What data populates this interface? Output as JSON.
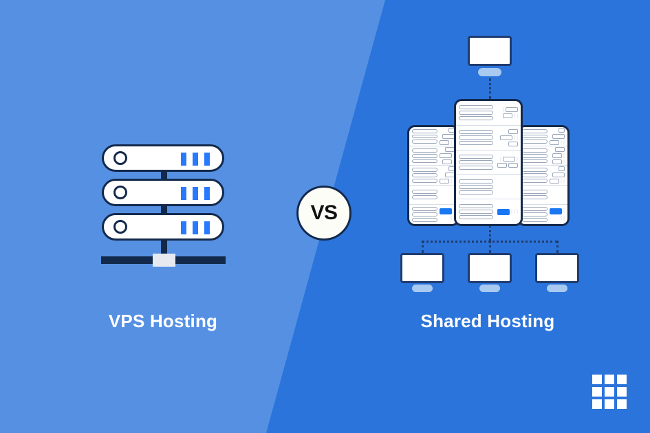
{
  "meta": {
    "comparison_separator": "VS"
  },
  "theme": {
    "bg_left": "#5590E3",
    "bg_right": "#2B74DB",
    "outline_navy": "#13294B",
    "accent_blue": "#2979FF",
    "active_blue": "#1877F2",
    "stand_blue": "#A8C9F0",
    "label_white": "#FFFFFF"
  },
  "left_panel": {
    "label": "VPS Hosting",
    "illustration_name": "vps-server-stack",
    "server_units": [
      {
        "power_light": "circle-indicator",
        "leds": 3
      },
      {
        "power_light": "circle-indicator",
        "leds": 3
      },
      {
        "power_light": "circle-indicator",
        "leds": 3
      }
    ],
    "base": {
      "bar": "network-base-bar",
      "block": "network-base-block"
    }
  },
  "center": {
    "badge_label": "VS"
  },
  "right_panel": {
    "label": "Shared Hosting",
    "illustration_name": "shared-hosting-rack-cluster",
    "top_monitor": {
      "name": "admin-monitor"
    },
    "client_monitors": [
      {
        "name": "client-monitor-1"
      },
      {
        "name": "client-monitor-2"
      },
      {
        "name": "client-monitor-3"
      }
    ],
    "racks": [
      {
        "name": "rack-left",
        "units": [
          {
            "bars": 3,
            "chips": [
              "sm",
              "lg",
              "md",
              "ghost",
              "ghost"
            ]
          },
          {
            "bars": 3,
            "chips": [
              "md",
              "lg",
              "ghost",
              "md",
              "ghost"
            ]
          },
          {
            "bars": 3,
            "chips": [
              "sm",
              "md",
              "md",
              "ghost",
              "ghost"
            ]
          },
          {
            "bars": 2,
            "chips": []
          },
          {
            "bars": 3,
            "chips": [
              "active",
              "ghost",
              "ghost",
              "ghost"
            ]
          }
        ]
      },
      {
        "name": "rack-center",
        "units": [
          {
            "bars": 3,
            "chips": [
              "ghost",
              "lg",
              "md",
              "ghost",
              "ghost"
            ]
          },
          {
            "bars": 3,
            "chips": [
              "md",
              "lg",
              "ghost",
              "ghost",
              "md"
            ]
          },
          {
            "bars": 3,
            "chips": [
              "ghost",
              "lg",
              "ghost",
              "md",
              "md"
            ]
          },
          {
            "bars": 3,
            "chips": []
          },
          {
            "bars": 3,
            "chips": [
              "active",
              "ghost",
              "ghost",
              "ghost"
            ]
          }
        ]
      },
      {
        "name": "rack-right",
        "units": [
          {
            "bars": 3,
            "chips": [
              "sm",
              "lg",
              "md",
              "ghost",
              "ghost"
            ]
          },
          {
            "bars": 3,
            "chips": [
              "md",
              "md",
              "ghost",
              "md",
              "ghost"
            ]
          },
          {
            "bars": 3,
            "chips": [
              "sm",
              "lg",
              "md",
              "ghost",
              "ghost"
            ]
          },
          {
            "bars": 2,
            "chips": []
          },
          {
            "bars": 3,
            "chips": [
              "active",
              "ghost",
              "ghost",
              "ghost"
            ]
          }
        ]
      }
    ]
  },
  "corner": {
    "grid_icon_name": "grid-menu-icon",
    "grid_cells": 9
  }
}
